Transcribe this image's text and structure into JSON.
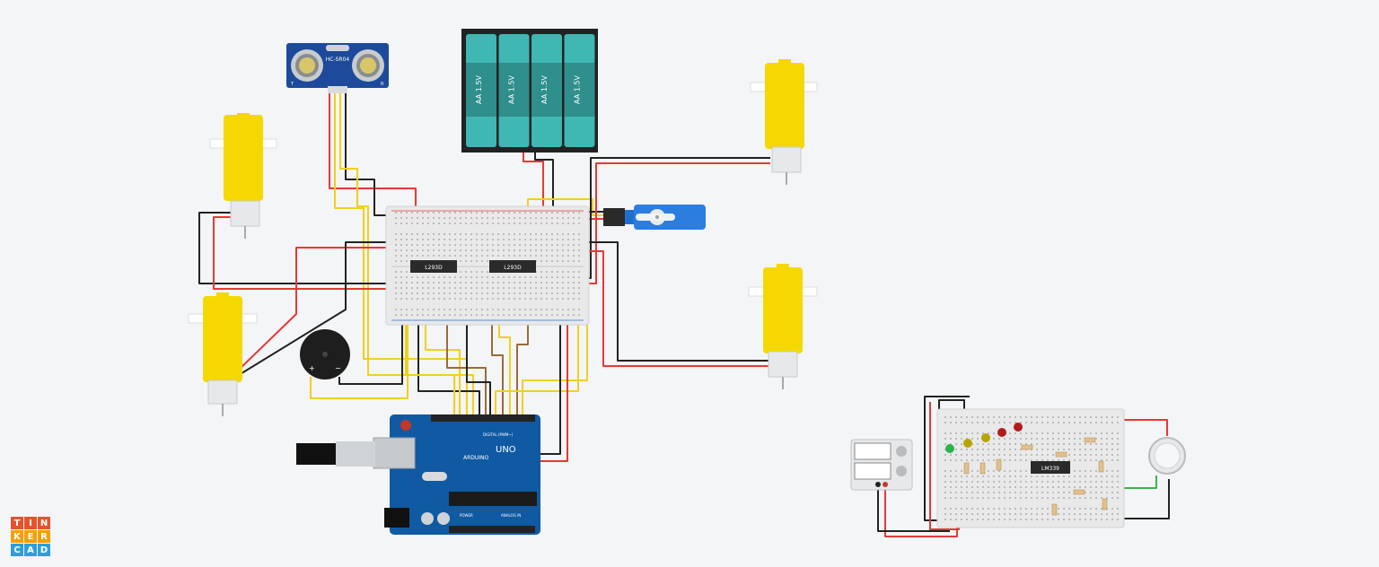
{
  "canvas": {
    "background": "#f3f5f7"
  },
  "colors": {
    "motor_yellow": "#f5d800",
    "wire_red": "#e53935",
    "wire_black": "#222222",
    "wire_yellow": "#f2cf1f",
    "wire_brown": "#9a6a3a",
    "wire_blue": "#2c8fd6",
    "wire_green": "#3bb34a",
    "arduino_blue": "#0f5aa3",
    "battery_teal": "#3fb7b3"
  },
  "components": {
    "ultrasonic": {
      "label": "HC-SR04",
      "pin_left": "T",
      "pin_right": "R"
    },
    "battery": {
      "cells": [
        "AA 1.5V",
        "AA 1.5V",
        "AA 1.5V",
        "AA 1.5V"
      ]
    },
    "driver_left": {
      "label": "L293D"
    },
    "driver_right": {
      "label": "L293D"
    },
    "arduino": {
      "brand": "ARDUINO",
      "model": "UNO",
      "digital_header": "DIGITAL (PWM~)",
      "power_header": "POWER",
      "analog_header": "ANALOG IN"
    },
    "comparator": {
      "label": "LM339"
    },
    "buzzer": {
      "plus": "+",
      "minus": "−"
    }
  },
  "logo": {
    "letters": [
      "T",
      "I",
      "N",
      "K",
      "E",
      "R",
      "C",
      "A",
      "D"
    ],
    "colors": [
      "#e5532d",
      "#e5532d",
      "#e5532d",
      "#f5a000",
      "#f5a000",
      "#f5a000",
      "#2e9fd9",
      "#2e9fd9",
      "#2e9fd9"
    ]
  }
}
